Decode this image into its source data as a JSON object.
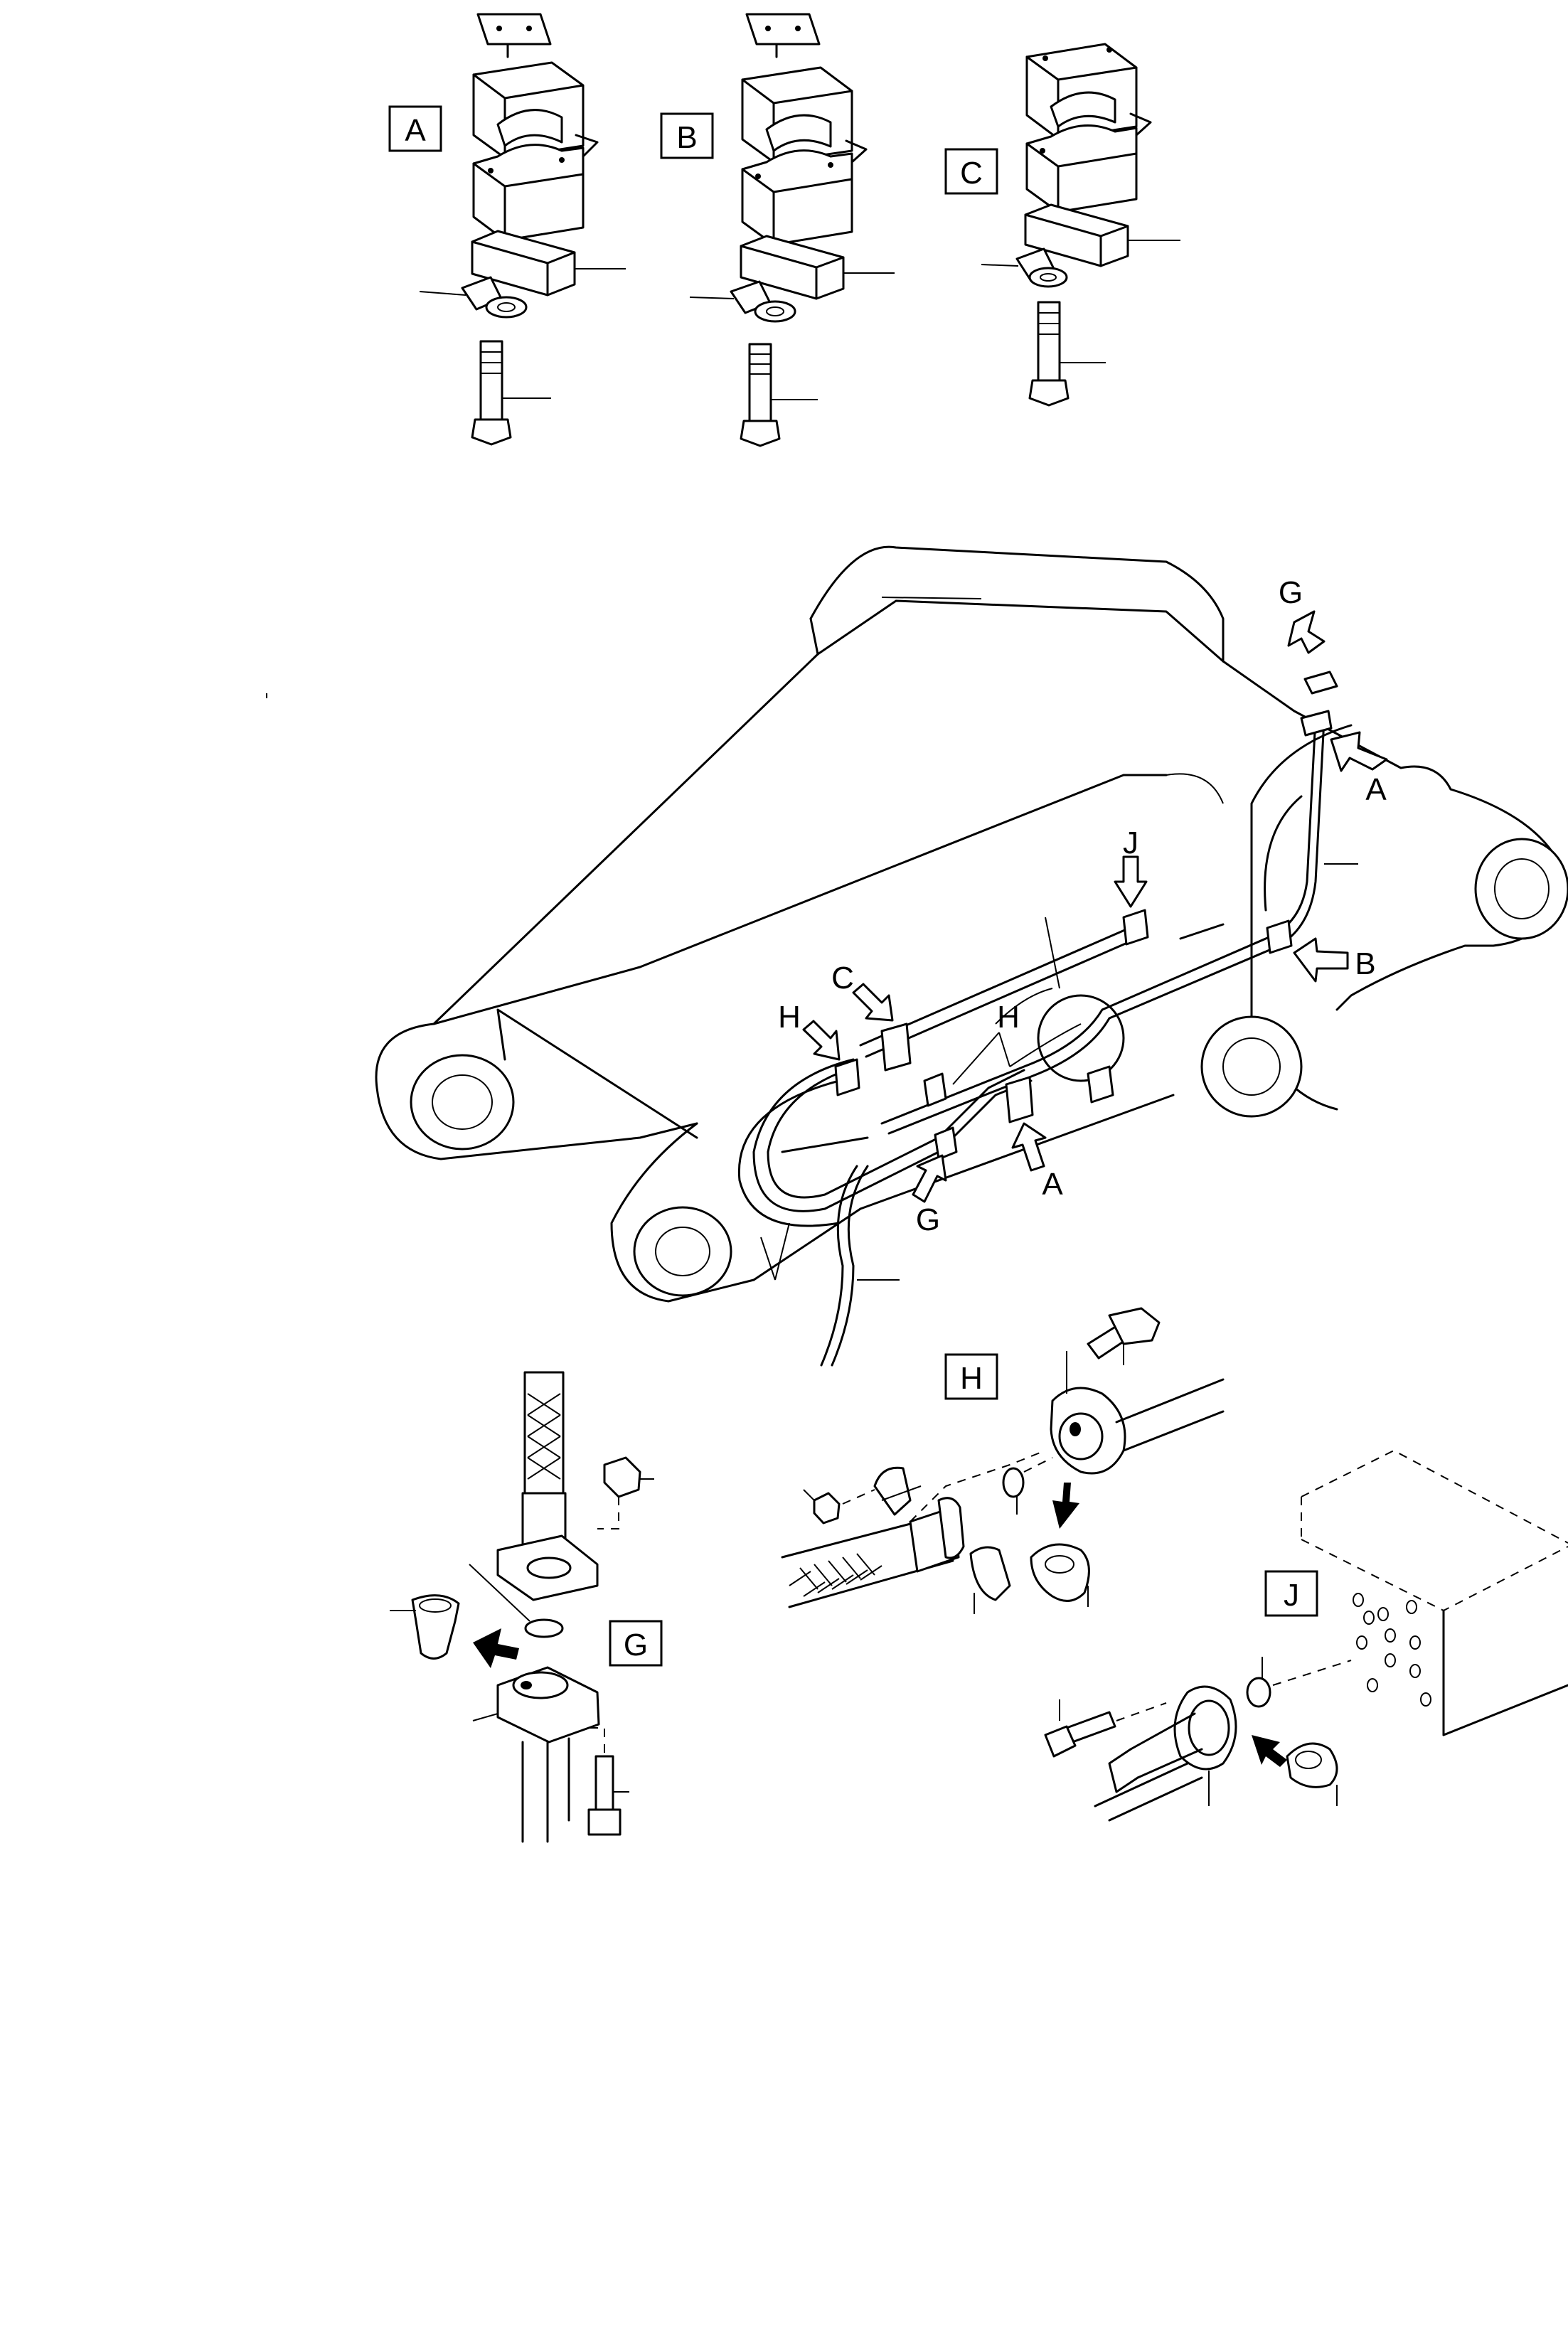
{
  "callouts": {
    "detail_a": "A",
    "detail_b": "B",
    "detail_c": "C",
    "detail_g": "G",
    "detail_h": "H",
    "detail_j": "J",
    "arrow_g_top": "G",
    "arrow_a_top": "A",
    "arrow_b": "B",
    "arrow_j": "J",
    "arrow_c": "C",
    "arrow_h_left": "H",
    "arrow_h_mid": "H",
    "arrow_g_bottom": "G",
    "arrow_a_bottom": "A"
  }
}
